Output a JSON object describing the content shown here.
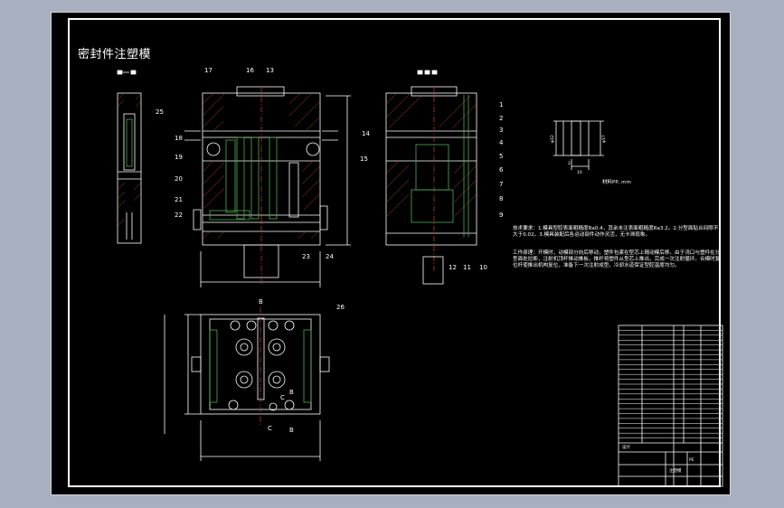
{
  "drawing": {
    "title": "密封件注塑模",
    "unit_note": "材料PP, mm",
    "tech_requirements": "技术要求：1.模具型腔表面粗糙度Ra0.4，其余未注表面粗糙度Ra3.2。2.分型面贴合间隙不大于0.02。3.模具装配后各运动部件动作灵活，无卡滞现象。",
    "working_principle": "工作原理：开模时，动模部分向后移动，塑件包紧在型芯上随动模后移。由于浇口与塑件在分型面处拉断，注射机顶杆推动推板，推杆将塑件从型芯上推出，完成一次注射循环。合模时复位杆使推出机构复位，准备下一次注射成型。冷却水道保证型腔温度均匀。",
    "part_numbers_top": [
      "17",
      "16",
      "13"
    ],
    "part_numbers_left": [
      "18",
      "19",
      "20",
      "21",
      "22"
    ],
    "part_numbers_bottom_left": [
      "23",
      "24"
    ],
    "part_numbers_right": [
      "1",
      "2",
      "3",
      "4",
      "5",
      "6",
      "7",
      "8",
      "9"
    ],
    "part_numbers_right_bottom": [
      "12",
      "11",
      "10"
    ],
    "part_numbers_mid_right": [
      "14",
      "15"
    ],
    "part_number_side": "25",
    "part_number_plan": "26",
    "section_labels": [
      "B",
      "B",
      "C",
      "C",
      "B"
    ],
    "dimension_labels": [
      "φ12",
      "φ17",
      "2",
      "10"
    ]
  },
  "title_block": {
    "rows": 24,
    "design_label": "设计",
    "material_label": "PE",
    "name_label": "注塑模"
  }
}
